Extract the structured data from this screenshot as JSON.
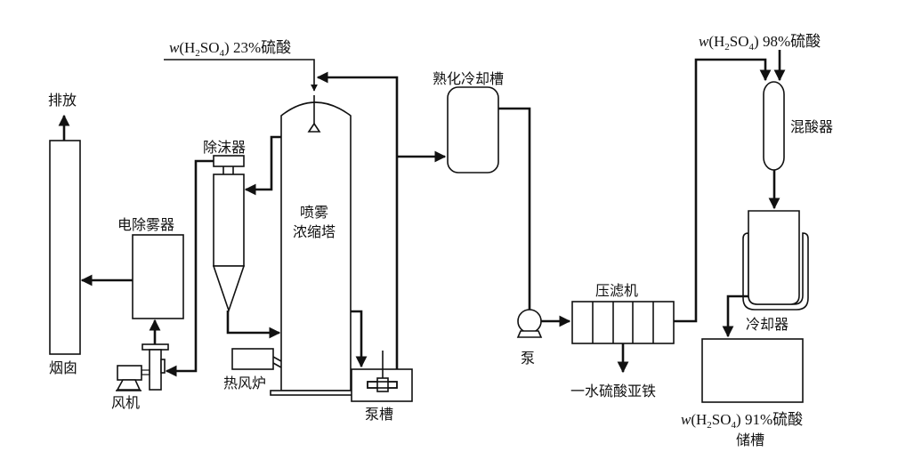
{
  "diagram": {
    "type": "process-flow",
    "feeds": {
      "acid_23": {
        "prefix": "w",
        "formula_open": "(H",
        "sub1": "2",
        "mid": "SO",
        "sub2": "4",
        "formula_close": ")",
        "value": " 23%硫酸"
      },
      "acid_98": {
        "prefix": "w",
        "formula_open": "(H",
        "sub1": "2",
        "mid": "SO",
        "sub2": "4",
        "formula_close": ")",
        "value": " 98%硫酸"
      },
      "acid_91": {
        "prefix": "w",
        "formula_open": "(H",
        "sub1": "2",
        "mid": "SO",
        "sub2": "4",
        "formula_close": ")",
        "value": " 91%硫酸"
      }
    },
    "labels": {
      "exhaust": "排放",
      "chimney": "烟囱",
      "electrostatic_demister": "电除雾器",
      "demister": "除沫器",
      "fan": "风机",
      "hot_air_furnace": "热风炉",
      "spray_tower_line1": "喷雾",
      "spray_tower_line2": "浓缩塔",
      "pump_tank": "泵槽",
      "aging_cooling_tank": "熟化冷却槽",
      "pump": "泵",
      "filter_press": "压滤机",
      "ferrous_sulfate": "一水硫酸亚铁",
      "acid_mixer": "混酸器",
      "cooler": "冷却器",
      "storage_tank": "储槽"
    },
    "connections": [
      {
        "from": "acid_23",
        "to": "spray_tower"
      },
      {
        "from": "pump_tank",
        "to": "spray_tower"
      },
      {
        "from": "pump_tank",
        "to": "aging_cooling_tank"
      },
      {
        "from": "spray_tower",
        "to": "demister"
      },
      {
        "from": "demister",
        "to": "spray_tower"
      },
      {
        "from": "hot_air_furnace",
        "to": "spray_tower"
      },
      {
        "from": "spray_tower",
        "to": "pump_tank"
      },
      {
        "from": "demister",
        "to": "fan"
      },
      {
        "from": "fan",
        "to": "electrostatic_demister"
      },
      {
        "from": "electrostatic_demister",
        "to": "chimney"
      },
      {
        "from": "chimney",
        "to": "exhaust"
      },
      {
        "from": "aging_cooling_tank",
        "to": "pump"
      },
      {
        "from": "pump",
        "to": "filter_press"
      },
      {
        "from": "filter_press",
        "to": "ferrous_sulfate"
      },
      {
        "from": "filter_press",
        "to": "acid_mixer"
      },
      {
        "from": "acid_98",
        "to": "acid_mixer"
      },
      {
        "from": "acid_mixer",
        "to": "cooler"
      },
      {
        "from": "cooler",
        "to": "storage_tank"
      }
    ]
  }
}
